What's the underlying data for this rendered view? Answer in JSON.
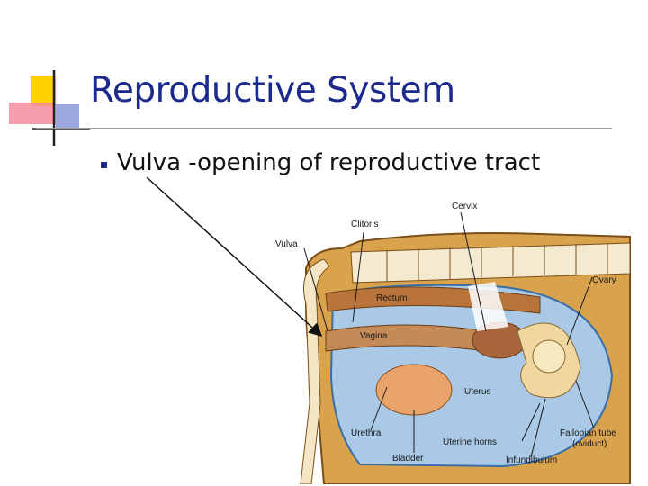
{
  "slide": {
    "title": "Reproductive System",
    "bullets": [
      {
        "text": "Vulva -opening of reproductive tract"
      }
    ]
  },
  "diagram": {
    "labels": {
      "clitoris": "Clitoris",
      "cervix": "Cervix",
      "vulva": "Vulva",
      "ovary": "Ovary",
      "rectum": "Rectum",
      "vagina": "Vagina",
      "uterus": "Uterus",
      "urethra": "Urethra",
      "uterine_horns": "Uterine horns",
      "fallopian_tube": "Fallopian tube",
      "oviduct": "(oviduct)",
      "bladder": "Bladder",
      "infundibulum": "Infundibulum"
    }
  },
  "colors": {
    "title": "#1b2a8c",
    "accent_yellow": "#ffd200",
    "accent_pink": "#f58ca0",
    "accent_blue": "#4a63c8"
  }
}
